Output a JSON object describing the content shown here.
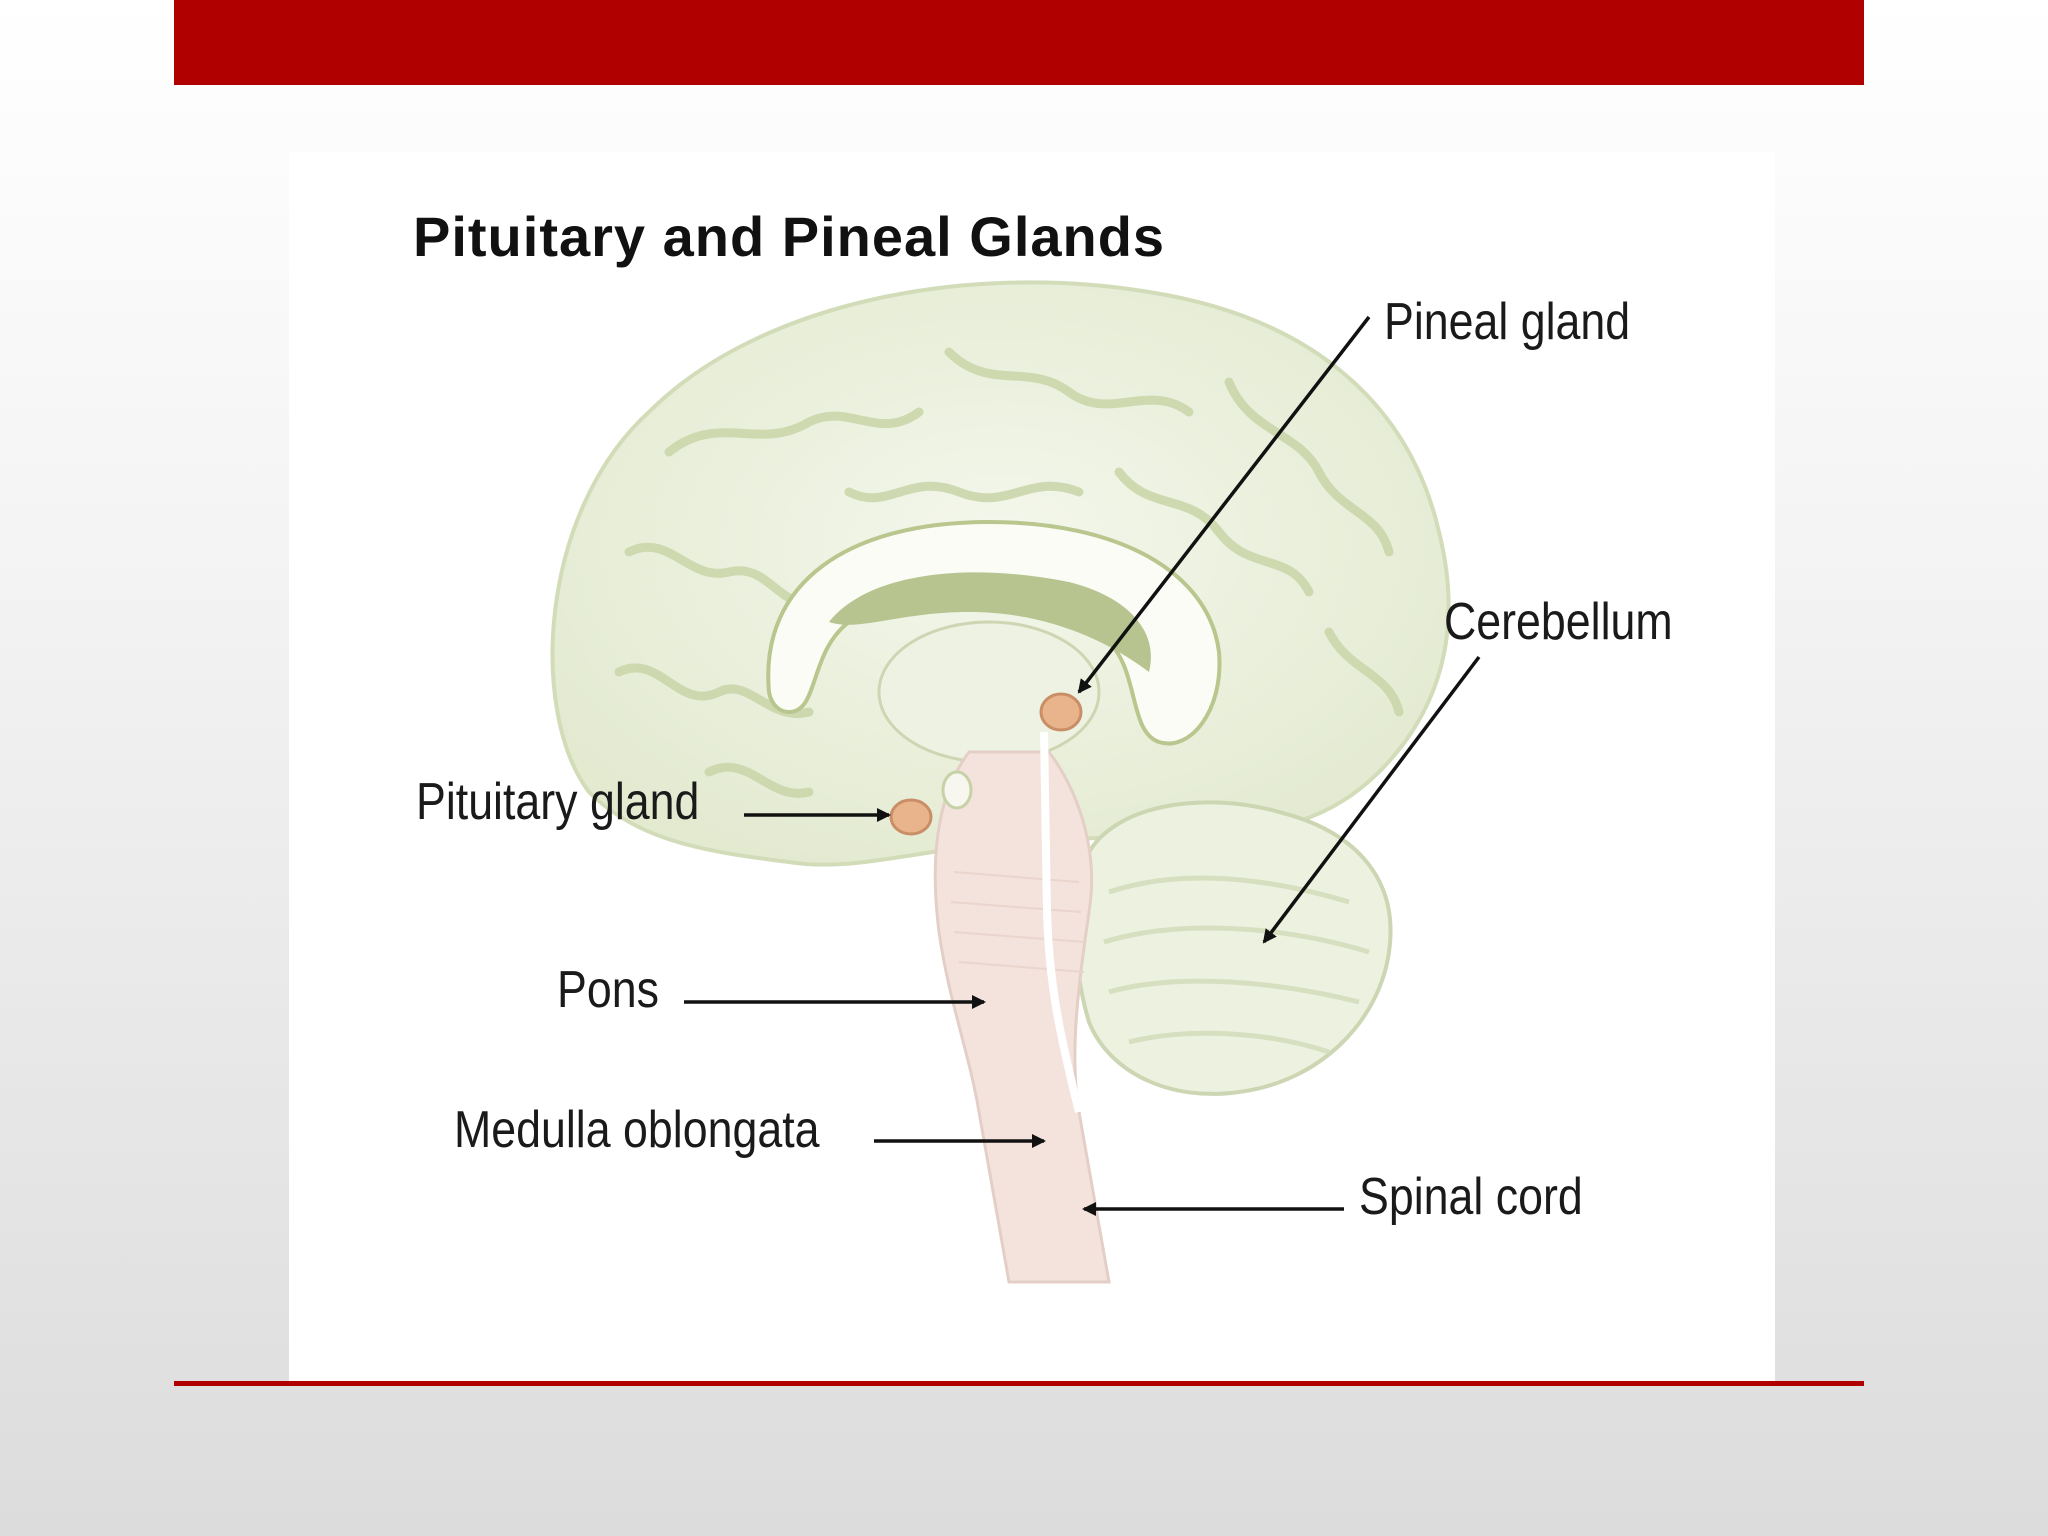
{
  "diagram": {
    "title": "Pituitary and Pineal Glands",
    "labels": {
      "pineal": "Pineal gland",
      "cerebellum": "Cerebellum",
      "pituitary": "Pituitary gland",
      "pons": "Pons",
      "medulla": "Medulla oblongata",
      "spinal": "Spinal cord"
    }
  },
  "colors": {
    "accent": "#b00000",
    "brain_fill": "#e8eed8",
    "brain_stroke": "#c6d2a6",
    "stem_fill": "#f3e3dc",
    "gland_fill": "#e9b48c"
  }
}
